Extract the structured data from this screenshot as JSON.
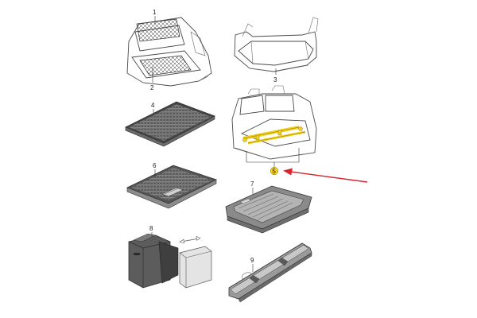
{
  "callouts": {
    "c1": "1",
    "c2": "2",
    "c3": "3",
    "c4": "4",
    "c5": "5",
    "c6": "6",
    "c7": "7",
    "c8": "8",
    "c9": "9"
  },
  "colors": {
    "highlight": "#f2d21b",
    "arrow": "#d6262b",
    "ink": "#4a4a4a"
  }
}
